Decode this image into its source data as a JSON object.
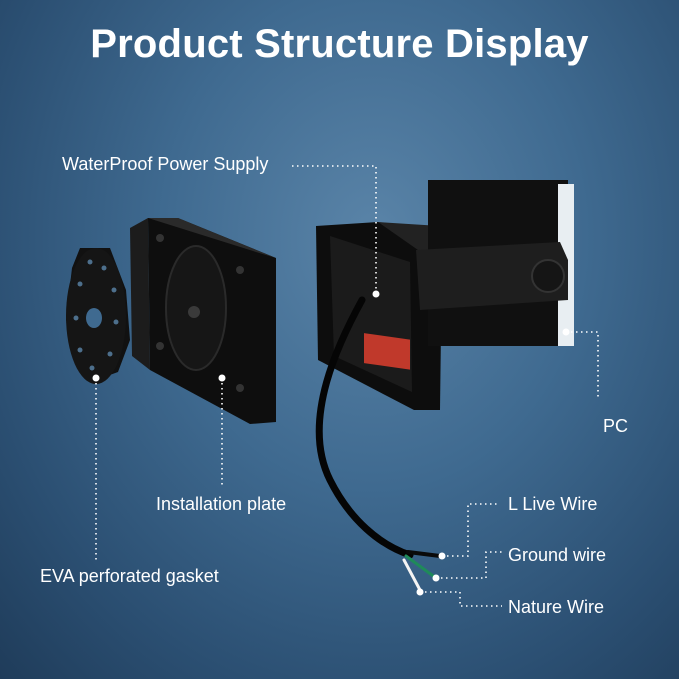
{
  "title": "Product Structure Display",
  "labels": {
    "power_supply": "WaterProof Power Supply",
    "pc": "PC",
    "installation_plate": "Installation plate",
    "gasket": "EVA perforated gasket",
    "live_wire": "L Live Wire",
    "ground_wire": "Ground wire",
    "nature_wire": "Nature Wire"
  },
  "colors": {
    "background": "#3f6a90",
    "part": "#141414",
    "power_supply_block": "#c0392b",
    "ground_wire": "#1f8a5a",
    "leader": "#ffffff"
  }
}
